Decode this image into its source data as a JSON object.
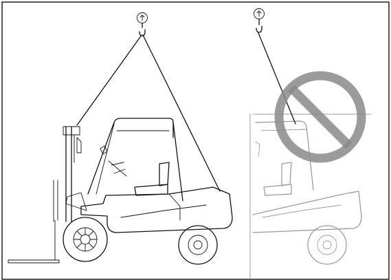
{
  "diagram": {
    "panels": [
      {
        "id": "correct-lifting",
        "status": "permitted"
      },
      {
        "id": "incorrect-lifting",
        "status": "prohibited"
      }
    ],
    "icons": {
      "hook": "crane-hook-icon",
      "prohibition": "prohibition-sign-icon"
    },
    "colors": {
      "lines": "#111111",
      "prohibition": "#8a8a8a"
    }
  }
}
